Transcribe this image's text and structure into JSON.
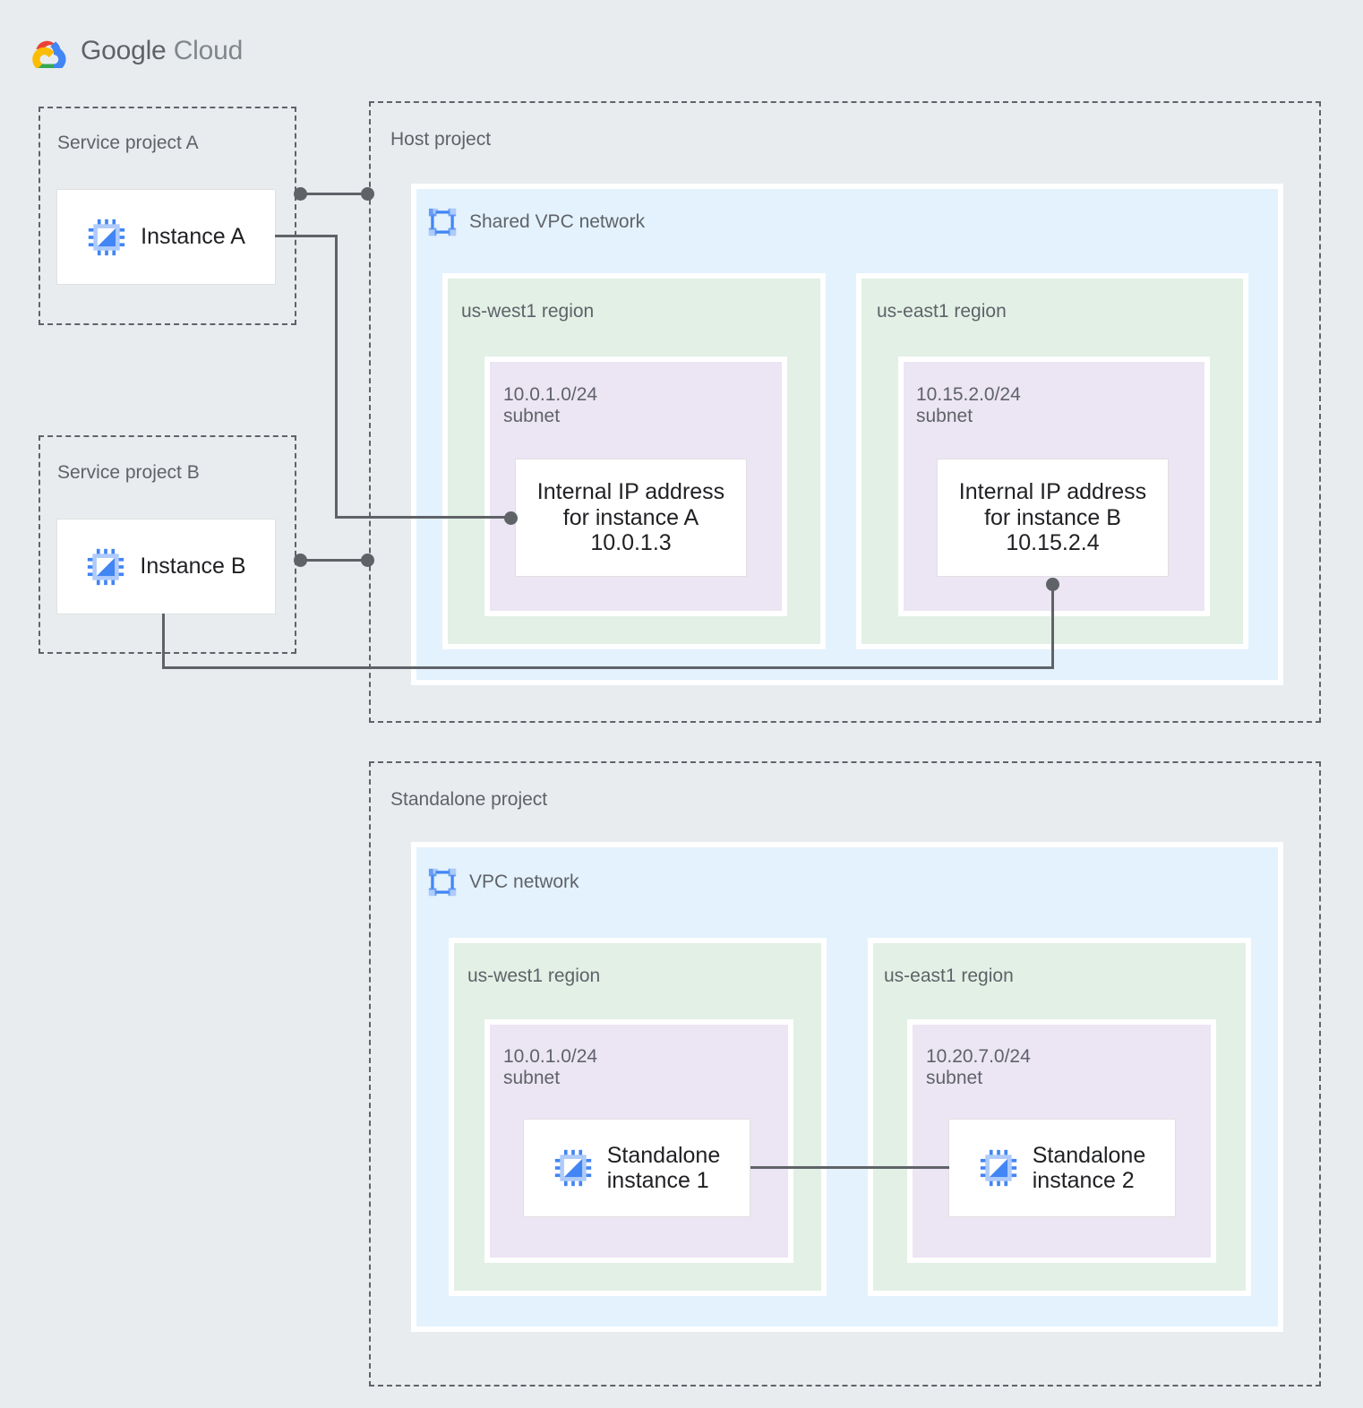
{
  "brand": {
    "name_part1": "Google",
    "name_part2": "Cloud",
    "logo_icon": "google-cloud-logo-icon"
  },
  "colors": {
    "page_background": "#e8ecef",
    "project_border": "#5f6368",
    "vpc_network_fill": "#e3f2fd",
    "region_fill": "#e2f0e6",
    "subnet_fill": "#ece5f4",
    "card_fill": "#ffffff",
    "label_text": "#5f6368",
    "card_text": "#202124",
    "connector": "#5f6368",
    "icon_blue": "#4285f4",
    "icon_blue_light": "#a8c7fa"
  },
  "service_project_a": {
    "label": "Service project A",
    "instance": {
      "label": "Instance A",
      "icon": "cpu-icon"
    }
  },
  "service_project_b": {
    "label": "Service project B",
    "instance": {
      "label": "Instance B",
      "icon": "cpu-icon"
    }
  },
  "host_project": {
    "label": "Host project",
    "network": {
      "label": "Shared VPC network",
      "icon": "vpc-network-icon"
    },
    "regions": [
      {
        "label": "us-west1 region",
        "subnet": {
          "label": "10.0.1.0/24\nsubnet",
          "cidr": "10.0.1.0/24",
          "resource": {
            "label": "Internal IP address\nfor instance A\n10.0.1.3",
            "ip": "10.0.1.3"
          }
        }
      },
      {
        "label": "us-east1 region",
        "subnet": {
          "label": "10.15.2.0/24\nsubnet",
          "cidr": "10.15.2.0/24",
          "resource": {
            "label": "Internal IP address\nfor instance B\n10.15.2.4",
            "ip": "10.15.2.4"
          }
        }
      }
    ]
  },
  "standalone_project": {
    "label": "Standalone project",
    "network": {
      "label": "VPC network",
      "icon": "vpc-network-icon"
    },
    "regions": [
      {
        "label": "us-west1 region",
        "subnet": {
          "label": "10.0.1.0/24\nsubnet",
          "cidr": "10.0.1.0/24",
          "resource": {
            "label": "Standalone\ninstance 1",
            "icon": "cpu-icon"
          }
        }
      },
      {
        "label": "us-east1 region",
        "subnet": {
          "label": "10.20.7.0/24\nsubnet",
          "cidr": "10.20.7.0/24",
          "resource": {
            "label": "Standalone\ninstance 2",
            "icon": "cpu-icon"
          }
        }
      }
    ]
  }
}
